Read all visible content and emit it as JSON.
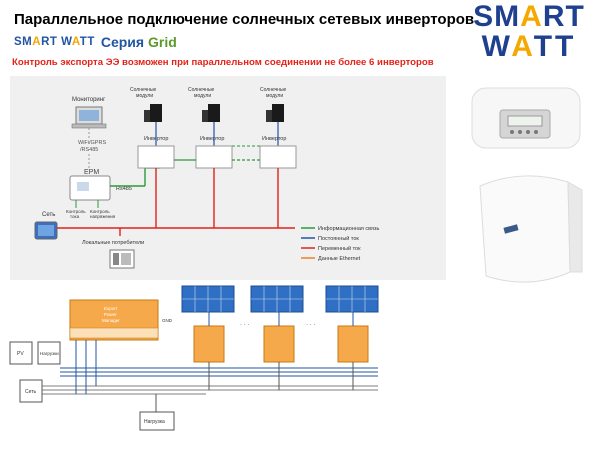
{
  "header": {
    "title": "Параллельное подключение солнечных сетевых инверторов",
    "series_prefix": "Серия",
    "series_name": "Grid",
    "subtitle": "Контроль экспорта ЭЭ возможен при параллельном соединении не более 6 инверторов"
  },
  "brand": {
    "logo_small_part1": "SM",
    "logo_small_a": "A",
    "logo_small_part2": "RT",
    "logo_small_part3": "W",
    "logo_small_part4": "TT",
    "logo_big_row1_part1": "SM",
    "logo_big_row1_a": "A",
    "logo_big_row1_part2": "RT",
    "logo_big_row2_part1": "W",
    "logo_big_row2_a": "A",
    "logo_big_row2_part2": "TT",
    "color_blue": "#1f3f8f",
    "color_sun": "#f5a800",
    "color_red": "#e2231a"
  },
  "diagram_top": {
    "monitoring_label": "Мониторинг",
    "wifi_label": "WiFi/GPRS",
    "rs_label": "/RS485",
    "epm_label": "EPM",
    "rs485_label": "Rs485",
    "grid_label": "Сеть",
    "check_label_1": "Контроль",
    "check_label_1b": "тока",
    "check_label_2": "Контроль",
    "check_label_2b": "напряжения",
    "modules_label_1": "Солнечные",
    "modules_label_2": "модули",
    "inverter_label": "Инвертор",
    "consumers_label": "Локальные потребители",
    "legend": [
      {
        "label": "Информационная связь",
        "color": "#2a9a3a"
      },
      {
        "label": "Постоянный ток",
        "color": "#2255a4"
      },
      {
        "label": "Переменный ток",
        "color": "#e2231a"
      },
      {
        "label": "Данные Ethernet",
        "color": "#f08020"
      }
    ]
  },
  "diagram_bottom": {
    "pv_label": "PV",
    "grid_label": "Сеть",
    "load_label": "Нагрузка",
    "consumers_label": "Нагрузки",
    "epm_title_1": "Export",
    "epm_title_2": "Power",
    "epm_title_3": "Manager",
    "gnd_label": "GND",
    "dots": "· · ·"
  }
}
